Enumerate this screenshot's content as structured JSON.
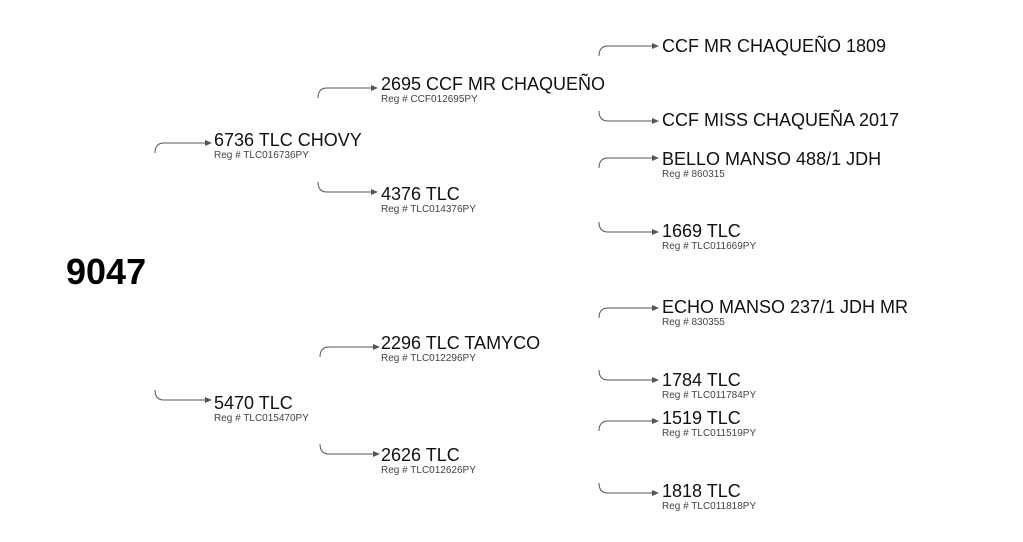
{
  "root": {
    "name": "9047"
  },
  "sire": {
    "name": "6736 TLC CHOVY",
    "reg": "Reg # TLC016736PY",
    "sire": {
      "name": "2695 CCF MR CHAQUEÑO",
      "reg": "Reg # CCF012695PY",
      "sire": {
        "name": "CCF MR CHAQUEÑO 1809",
        "reg": ""
      },
      "dam": {
        "name": "CCF MISS CHAQUEÑA 2017",
        "reg": ""
      }
    },
    "dam": {
      "name": "4376 TLC",
      "reg": "Reg # TLC014376PY",
      "sire": {
        "name": "BELLO MANSO 488/1 JDH",
        "reg": "Reg # 860315"
      },
      "dam": {
        "name": "1669 TLC",
        "reg": "Reg # TLC011669PY"
      }
    }
  },
  "dam": {
    "name": "5470 TLC",
    "reg": "Reg # TLC015470PY",
    "sire": {
      "name": "2296 TLC TAMYCO",
      "reg": "Reg # TLC012296PY",
      "sire": {
        "name": "ECHO MANSO 237/1  JDH  MR",
        "reg": "Reg # 830355"
      },
      "dam": {
        "name": "1784 TLC",
        "reg": "Reg # TLC011784PY"
      }
    },
    "dam": {
      "name": "2626 TLC",
      "reg": "Reg # TLC012626PY",
      "sire": {
        "name": "1519 TLC",
        "reg": "Reg # TLC011519PY"
      },
      "dam": {
        "name": "1818 TLC",
        "reg": "Reg # TLC011818PY"
      }
    }
  }
}
